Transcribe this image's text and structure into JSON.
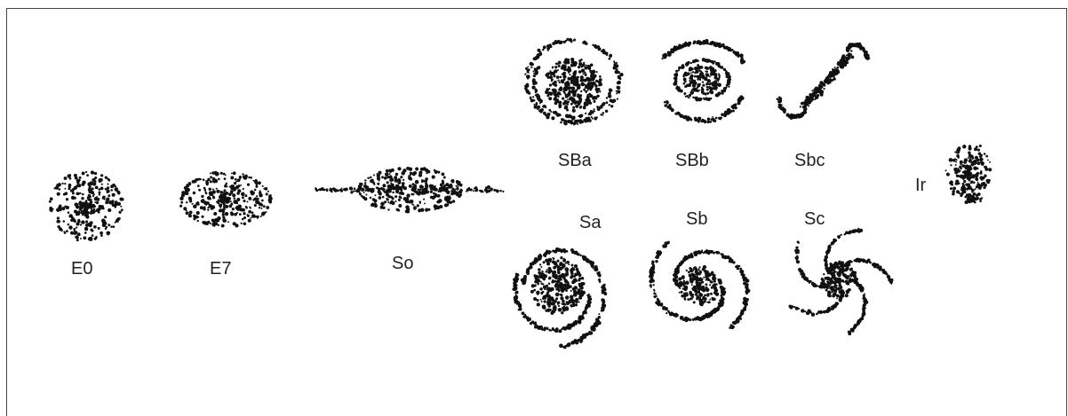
{
  "galaxies": {
    "e0": "E0",
    "e7": "E7",
    "so": "So",
    "sba": "SBa",
    "sbb": "SBb",
    "sbc": "Sbc",
    "ir": "Ir",
    "sa": "Sa",
    "sb": "Sb",
    "sc": "Sc"
  }
}
